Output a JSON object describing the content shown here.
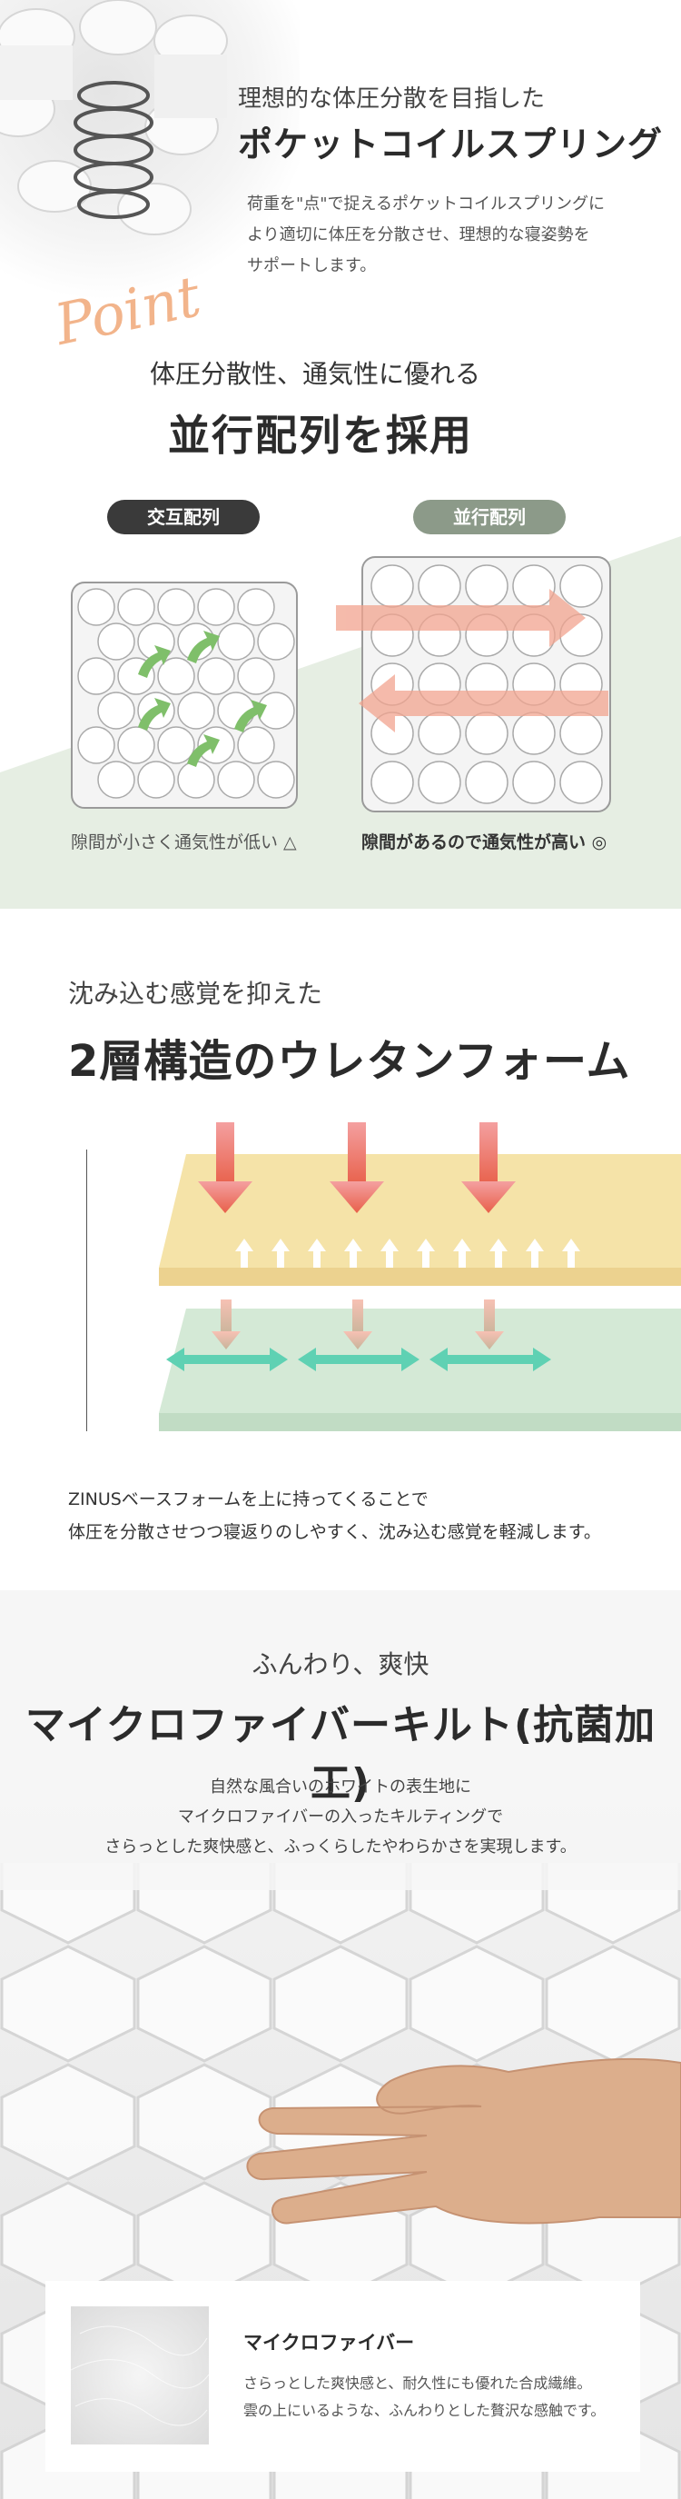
{
  "coil_section": {
    "subtitle": "理想的な体圧分散を目指した",
    "title": "ポケットコイルスプリング",
    "description": [
      "荷重を\"点\"で捉えるポケットコイルスプリングに",
      "より適切に体圧を分散させ、理想的な寝姿勢を",
      "サポートします。"
    ],
    "point_word": "Point",
    "subtitle2": "体圧分散性、通気性に優れる",
    "title2": "並行配列を採用",
    "staggered": {
      "label": "交互配列",
      "caption": "隙間が小さく通気性が低い △"
    },
    "parallel": {
      "label": "並行配列",
      "caption": "隙間があるので通気性が高い ◎"
    },
    "colors": {
      "band": "#e6eee3",
      "pill_dark": "#3a3a3a",
      "pill_green": "#8c9a89",
      "arrow_green": "#7fbf6a",
      "arrow_red": "#f2a48f",
      "point": "#f2b48b"
    }
  },
  "foam_section": {
    "subtitle": "沈み込む感覚を抑えた",
    "title": "2層構造のウレタンフォーム",
    "description": [
      "ZINUSベースフォームを上に持ってくることで",
      "体圧を分散させつつ寝返りのしやすく、沈み込む感覚を軽減します。"
    ],
    "colors": {
      "top_layer": "#f5e3a8",
      "bottom_layer": "#d4e9d6",
      "arrow_red": "#e8604a",
      "arrow_teal": "#5fd1b3"
    }
  },
  "quilt_section": {
    "subtitle": "ふんわり、爽快",
    "title": "マイクロファイバーキルト(抗菌加工)",
    "description": [
      "自然な風合いのホワイトの表生地に",
      "マイクロファイバーの入ったキルティングで",
      "さらっとした爽快感と、ふっくらしたやわらかさを実現します。"
    ],
    "card": {
      "title": "マイクロファイバー",
      "description": [
        "さらっとした爽快感と、耐久性にも優れた合成繊維。",
        "雲の上にいるような、ふんわりとした贅沢な感触です。"
      ]
    }
  }
}
